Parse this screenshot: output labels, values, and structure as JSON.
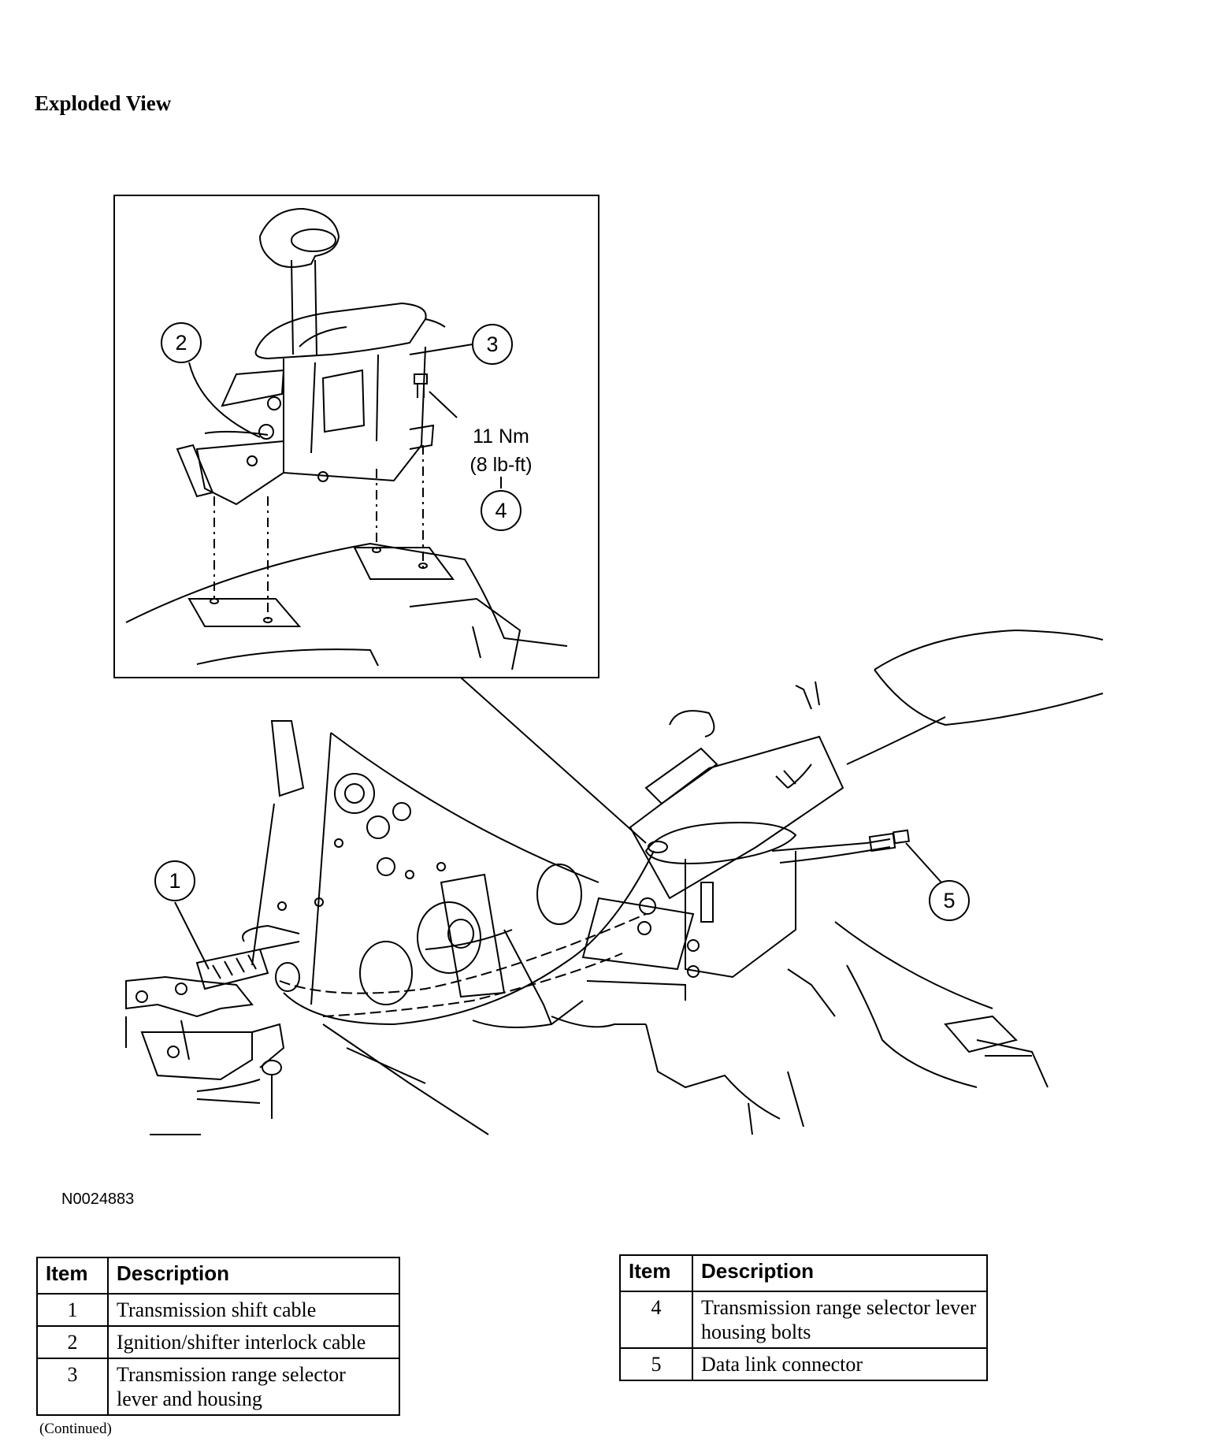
{
  "heading": "Exploded View",
  "figure": {
    "figure_id": "N0024883",
    "torque_value": "11 Nm",
    "torque_value_imperial": "(8 lb-ft)",
    "callouts": [
      "1",
      "2",
      "3",
      "4",
      "5"
    ]
  },
  "tables": {
    "left": {
      "headers": {
        "item": "Item",
        "description": "Description"
      },
      "rows": [
        {
          "item": "1",
          "description": "Transmission shift cable"
        },
        {
          "item": "2",
          "description": "Ignition/shifter interlock cable"
        },
        {
          "item": "3",
          "description": "Transmission range selector lever and housing"
        }
      ]
    },
    "right": {
      "headers": {
        "item": "Item",
        "description": "Description"
      },
      "rows": [
        {
          "item": "4",
          "description": "Transmission range selector lever housing bolts"
        },
        {
          "item": "5",
          "description": "Data link connector"
        }
      ]
    }
  },
  "continued_note": "(Continued)"
}
